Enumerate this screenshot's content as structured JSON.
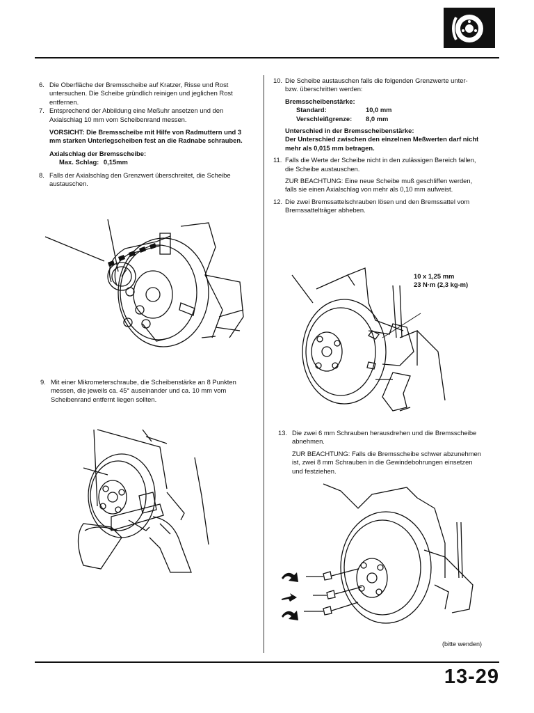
{
  "header": {
    "logo_icon": "brake-disc-icon"
  },
  "left": {
    "s6": {
      "num": "6.",
      "text": "Die Oberfläche der Bremsscheibe auf Kratzer, Risse und Rost untersuchen. Die Scheibe gründlich reinigen und jeglichen Rost entfernen."
    },
    "s7": {
      "num": "7.",
      "text": "Entsprechend der Abbildung eine Meßuhr ansetzen und den Axialschlag 10 mm vom Scheibenrand messen."
    },
    "caution": {
      "label": "VORSICHT:",
      "text": "Die Bremsscheibe mit Hilfe von Radmuttern und 3 mm starken Unterlegscheiben fest an die Radnabe schrauben."
    },
    "runout": {
      "title": "Axialschlag der Bremsscheibe:",
      "label": "Max. Schlag:",
      "value": "0,15mm"
    },
    "s8": {
      "num": "8.",
      "text": "Falls der Axialschlag den Grenzwert überschreitet, die Scheibe austauschen."
    },
    "s9": {
      "num": "9.",
      "text": "Mit einer Mikrometerschraube, die Scheibenstärke an 8 Punkten messen, die jeweils ca. 45° auseinander und ca. 10 mm vom Scheibenrand entfernt liegen sollten."
    }
  },
  "right": {
    "s10": {
      "num": "10.",
      "text": "Die Scheibe austauschen falls die folgenden Grenzwerte unter- bzw. überschritten werden:"
    },
    "thickness": {
      "title": "Bremsscheibenstärke:",
      "rows": [
        {
          "label": "Standard:",
          "value": "10,0 mm"
        },
        {
          "label": "Verschleißgrenze:",
          "value": "8,0 mm"
        }
      ]
    },
    "difference": {
      "title": "Unterschied in der Bremsscheibenstärke:",
      "text": "Der Unterschied zwischen den einzelnen Meßwerten darf nicht mehr als 0,015 mm betragen."
    },
    "s11": {
      "num": "11.",
      "text": "Falls die Werte der Scheibe nicht in den zulässigen Bereich fallen, die Scheibe austauschen."
    },
    "note1": "ZUR BEACHTUNG: Eine neue Scheibe muß geschliffen werden, falls sie einen Axialschlag von mehr als 0,10 mm aufweist.",
    "s12": {
      "num": "12.",
      "text": "Die zwei Bremssattelschrauben lösen und den Bremssattel vom Bremssattelträger abheben."
    },
    "torque": {
      "line1": "10 x 1,25 mm",
      "line2": "23 N·m (2,3 kg-m)"
    },
    "s13": {
      "num": "13.",
      "text": "Die zwei 6 mm Schrauben herausdrehen und die Bremsscheibe abnehmen."
    },
    "note2": "ZUR BEACHTUNG: Falls die Bremsscheibe schwer abzunehmen ist, zwei 8 mm Schrauben in die Gewindebohrungen einsetzen und festziehen."
  },
  "footer": {
    "continue": "(bitte wenden)",
    "page": "13-29"
  }
}
